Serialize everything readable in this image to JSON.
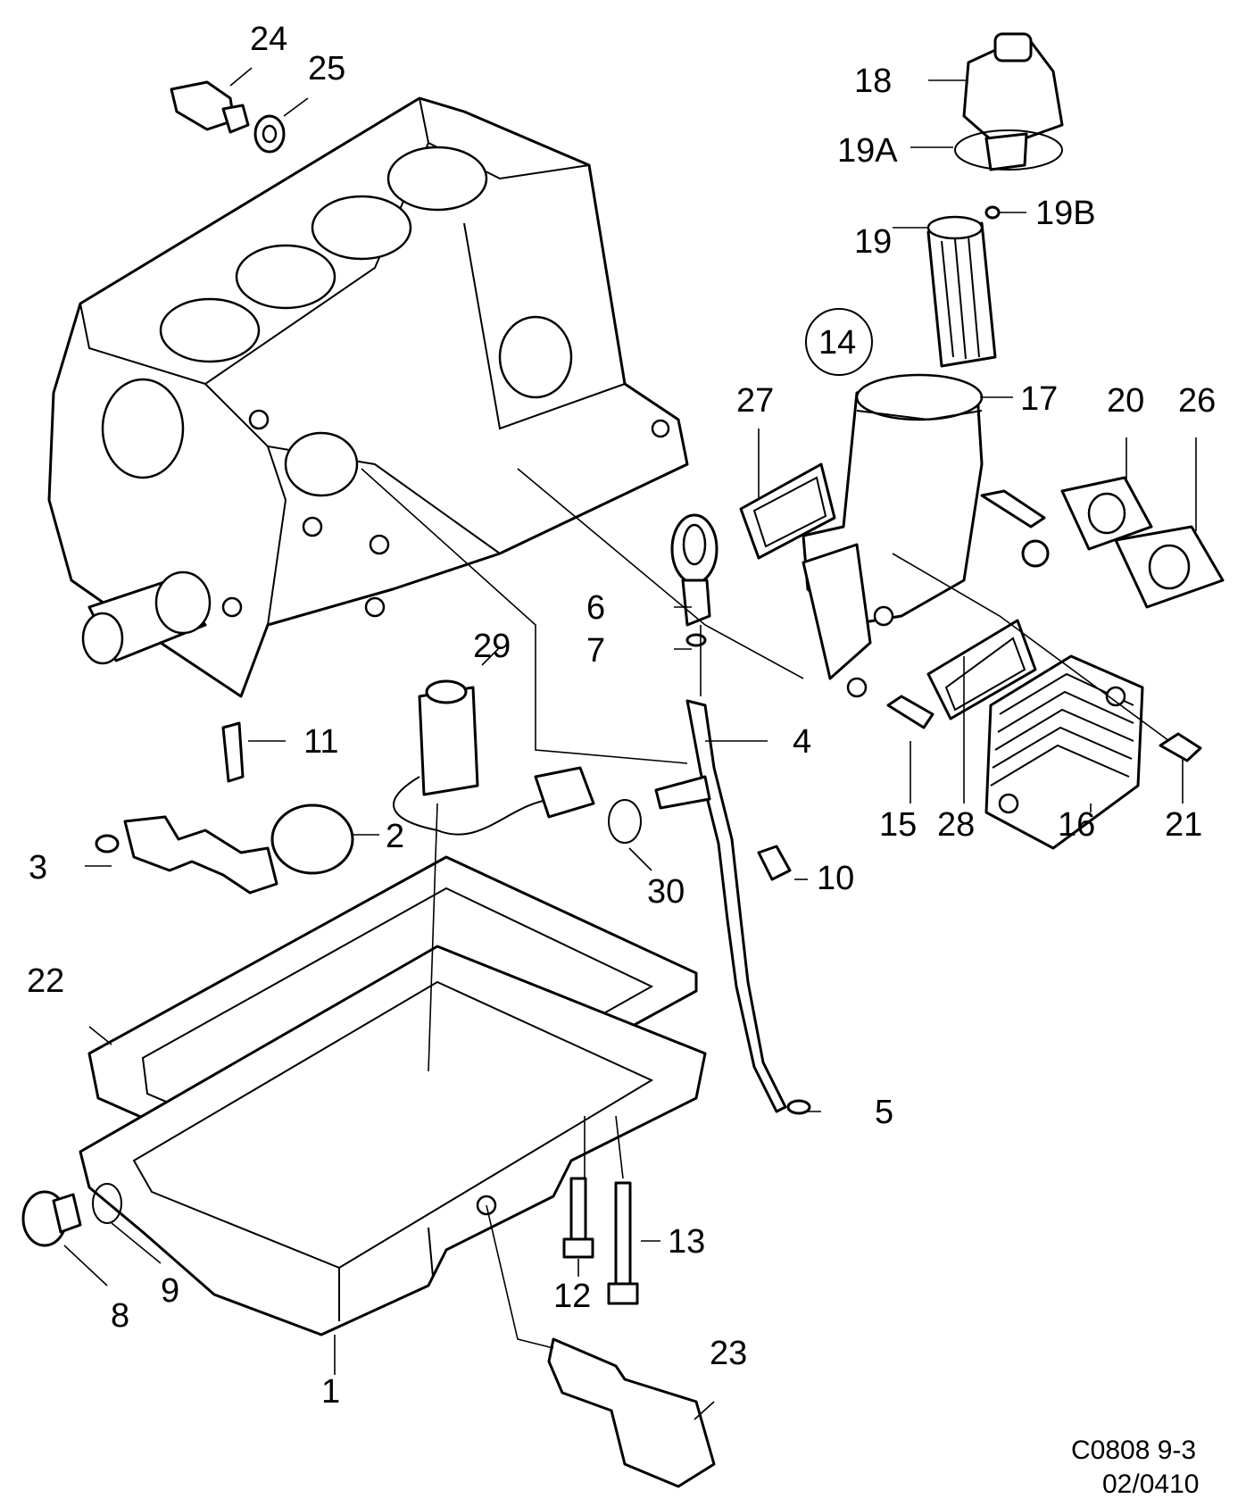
{
  "callouts": [
    {
      "label": "1"
    },
    {
      "label": "2"
    },
    {
      "label": "3"
    },
    {
      "label": "4"
    },
    {
      "label": "5"
    },
    {
      "label": "6"
    },
    {
      "label": "7"
    },
    {
      "label": "8"
    },
    {
      "label": "9"
    },
    {
      "label": "10"
    },
    {
      "label": "11"
    },
    {
      "label": "12"
    },
    {
      "label": "13"
    },
    {
      "label": "14"
    },
    {
      "label": "15"
    },
    {
      "label": "16"
    },
    {
      "label": "17"
    },
    {
      "label": "18"
    },
    {
      "label": "19"
    },
    {
      "label": "19A"
    },
    {
      "label": "19B"
    },
    {
      "label": "20"
    },
    {
      "label": "21"
    },
    {
      "label": "22"
    },
    {
      "label": "23"
    },
    {
      "label": "24"
    },
    {
      "label": "25"
    },
    {
      "label": "26"
    },
    {
      "label": "27"
    },
    {
      "label": "28"
    },
    {
      "label": "29"
    },
    {
      "label": "30"
    }
  ],
  "reference": {
    "code": "C0808 9-3",
    "date": "02/0410"
  }
}
